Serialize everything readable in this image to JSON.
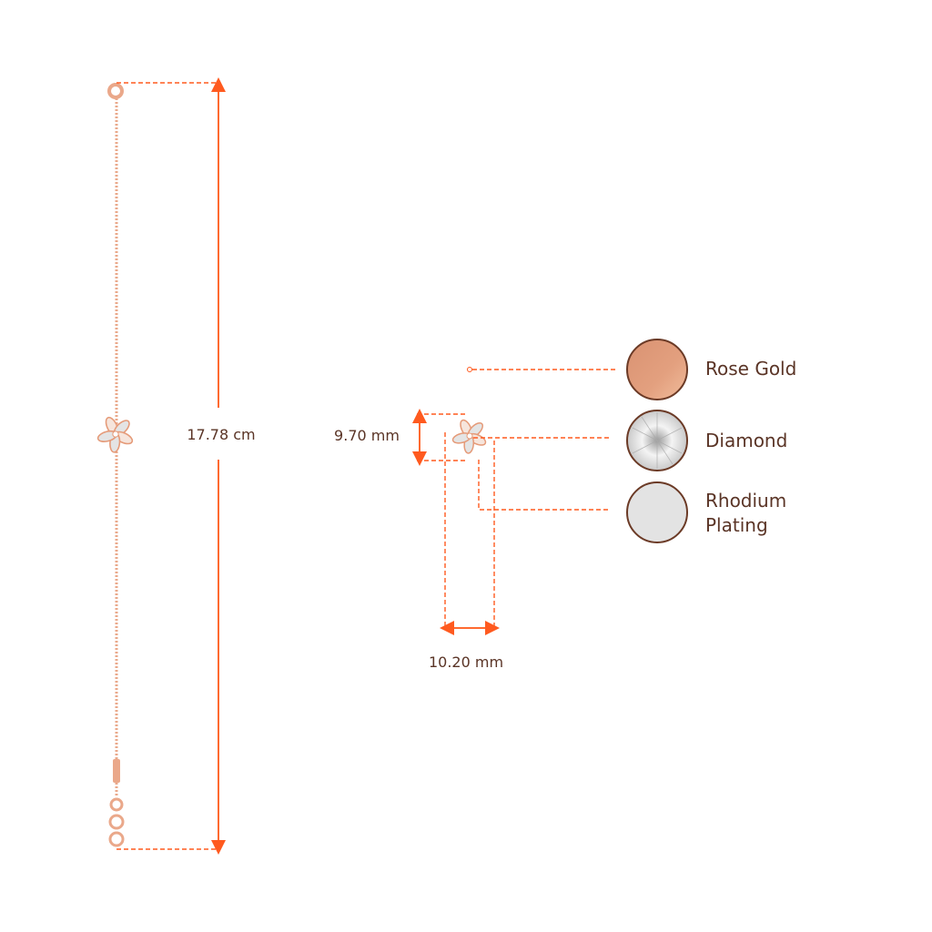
{
  "dimensions": {
    "length": "17.78 cm",
    "height": "9.70 mm",
    "width": "10.20 mm"
  },
  "materials": [
    {
      "label": "Rose Gold",
      "color": "#e09a78"
    },
    {
      "label": "Diamond",
      "color": "#dcdcdc"
    },
    {
      "label_line1": "Rhodium",
      "label_line2": "Plating",
      "color": "#e3e3e3"
    }
  ],
  "colors": {
    "dimension_line": "#ff5a1f",
    "text": "#5a3426",
    "border": "#6b3a26"
  }
}
